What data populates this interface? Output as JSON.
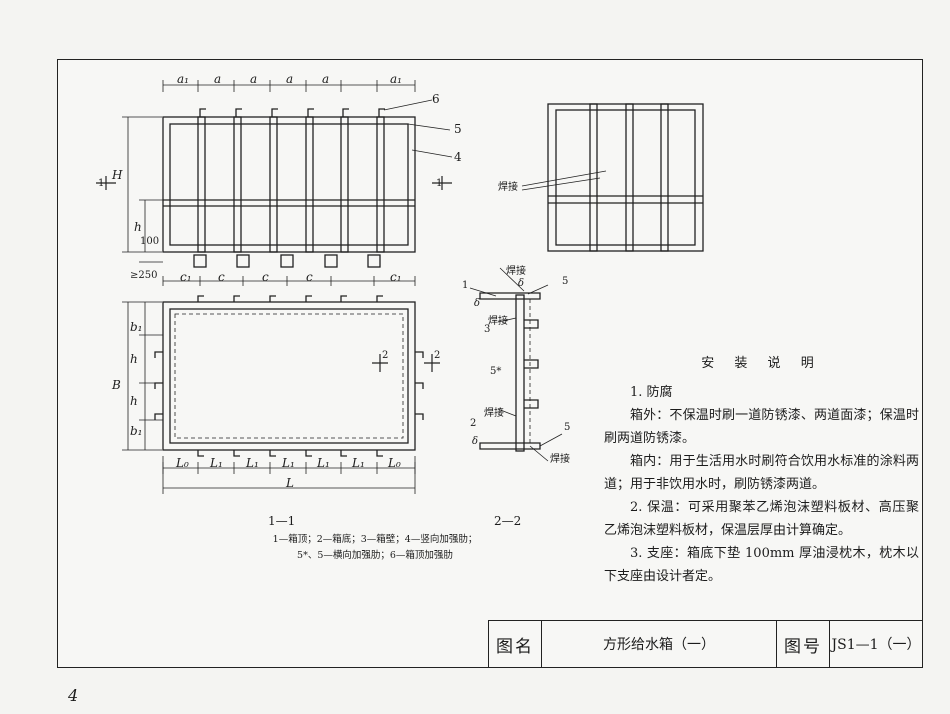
{
  "section_labels": {
    "s11": "1—1",
    "s22": "2—2",
    "cut1": "1",
    "cut2": "2"
  },
  "legend_line1": "1—箱顶；2—箱底；3—箱壁；4—竖向加强肋；",
  "legend_line2": "5*、5—横向加强肋；6—箱顶加强肋",
  "callouts": {
    "c1": "1",
    "c2": "2",
    "c3": "3",
    "c4": "4",
    "c5": "5",
    "c5s": "5*",
    "c6": "6"
  },
  "weld": "焊接",
  "dims": {
    "a1": "a₁",
    "a": "a",
    "H": "H",
    "h": "h",
    "b1": "b₁",
    "B": "B",
    "c": "c",
    "c1": "c₁",
    "L": "L",
    "L1": "L₁",
    "L0": "L₀",
    "d100": "100",
    "d250": "≥250",
    "delta": "δ"
  },
  "notes": {
    "title": "安 装 说 明",
    "p1": "1. 防腐",
    "p2": "箱外：不保温时刷一道防锈漆、两道面漆；保温时刷两道防锈漆。",
    "p3": "箱内：用于生活用水时刷符合饮用水标准的涂料两道；用于非饮用水时，刷防锈漆两道。",
    "p4": "2. 保温：可采用聚苯乙烯泡沫塑料板材、高压聚乙烯泡沫塑料板材，保温层厚由计算确定。",
    "p5": "3. 支座：箱底下垫 100mm 厚油浸枕木，枕木以下支座由设计者定。"
  },
  "titleblock": {
    "name_label": "图名",
    "name": "方形给水箱（一）",
    "no_label": "图号",
    "no": "JS1—1（一）"
  },
  "page_number": "4"
}
